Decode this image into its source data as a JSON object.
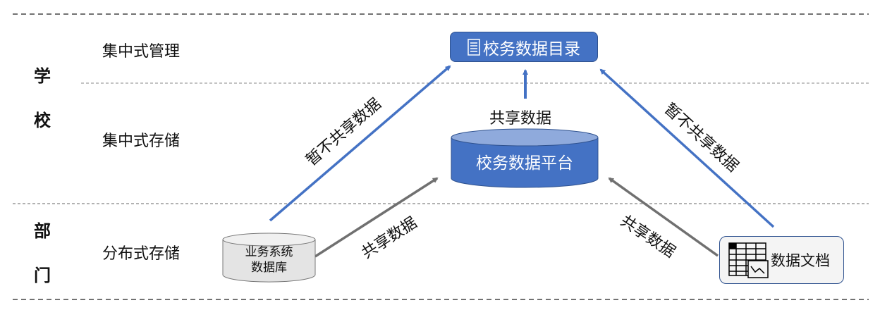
{
  "levels": {
    "school": [
      "学",
      "校"
    ],
    "dept": [
      "部",
      "门"
    ]
  },
  "rows": [
    "集中式管理",
    "集中式存储",
    "分布式存储"
  ],
  "catalog": {
    "label": "校务数据目录",
    "icon": "list-document-icon"
  },
  "platform": {
    "label": "校务数据平台"
  },
  "local_db": {
    "line1": "业务系统",
    "line2": "数据库"
  },
  "documents": {
    "label": "数据文档",
    "icon": "spreadsheet-chart-icon"
  },
  "edges": {
    "share_center": "共享数据",
    "not_share_left": "暂不共享数据",
    "share_left": "共享数据",
    "not_share_right": "暂不共享数据",
    "share_right": "共享数据"
  },
  "colors": {
    "blue": "#4472C4",
    "gray": "#707070"
  }
}
